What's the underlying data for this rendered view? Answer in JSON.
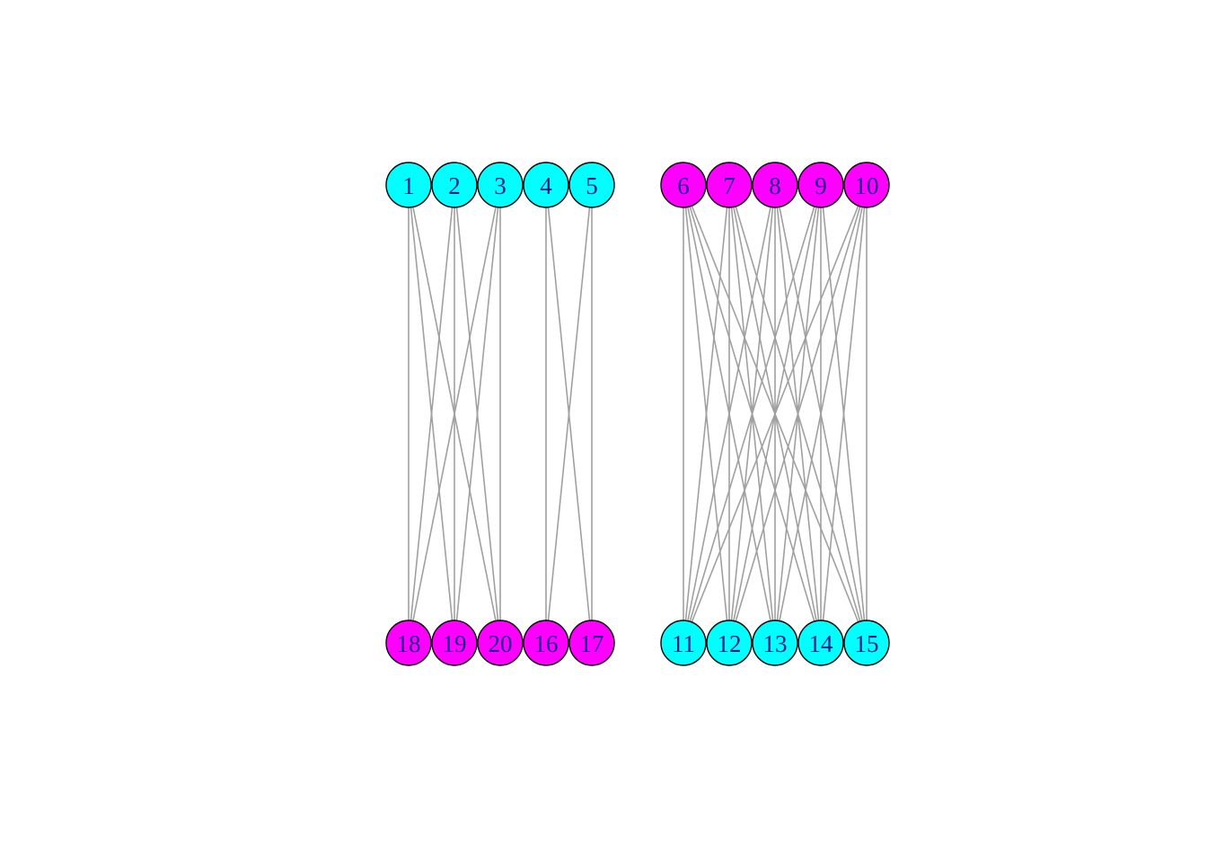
{
  "colors": {
    "cyan": "#00ffff",
    "magenta": "#ff00ff",
    "edge": "#a0a0a0",
    "label": "#1a1a8c"
  },
  "nodes": [
    {
      "id": "1",
      "color": "cyan"
    },
    {
      "id": "2",
      "color": "cyan"
    },
    {
      "id": "3",
      "color": "cyan"
    },
    {
      "id": "4",
      "color": "cyan"
    },
    {
      "id": "5",
      "color": "cyan"
    },
    {
      "id": "6",
      "color": "magenta"
    },
    {
      "id": "7",
      "color": "magenta"
    },
    {
      "id": "8",
      "color": "magenta"
    },
    {
      "id": "9",
      "color": "magenta"
    },
    {
      "id": "10",
      "color": "magenta"
    },
    {
      "id": "18",
      "color": "magenta"
    },
    {
      "id": "19",
      "color": "magenta"
    },
    {
      "id": "20",
      "color": "magenta"
    },
    {
      "id": "16",
      "color": "magenta"
    },
    {
      "id": "17",
      "color": "magenta"
    },
    {
      "id": "11",
      "color": "cyan"
    },
    {
      "id": "12",
      "color": "cyan"
    },
    {
      "id": "13",
      "color": "cyan"
    },
    {
      "id": "14",
      "color": "cyan"
    },
    {
      "id": "15",
      "color": "cyan"
    }
  ],
  "edges": [
    [
      "1",
      "18"
    ],
    [
      "1",
      "19"
    ],
    [
      "1",
      "20"
    ],
    [
      "2",
      "18"
    ],
    [
      "2",
      "19"
    ],
    [
      "2",
      "20"
    ],
    [
      "3",
      "18"
    ],
    [
      "3",
      "19"
    ],
    [
      "3",
      "20"
    ],
    [
      "4",
      "16"
    ],
    [
      "4",
      "17"
    ],
    [
      "5",
      "16"
    ],
    [
      "5",
      "17"
    ],
    [
      "6",
      "11"
    ],
    [
      "6",
      "12"
    ],
    [
      "6",
      "13"
    ],
    [
      "6",
      "14"
    ],
    [
      "6",
      "15"
    ],
    [
      "7",
      "11"
    ],
    [
      "7",
      "12"
    ],
    [
      "7",
      "13"
    ],
    [
      "7",
      "14"
    ],
    [
      "7",
      "15"
    ],
    [
      "8",
      "11"
    ],
    [
      "8",
      "12"
    ],
    [
      "8",
      "13"
    ],
    [
      "8",
      "14"
    ],
    [
      "8",
      "15"
    ],
    [
      "9",
      "11"
    ],
    [
      "9",
      "12"
    ],
    [
      "9",
      "13"
    ],
    [
      "9",
      "14"
    ],
    [
      "9",
      "15"
    ],
    [
      "10",
      "11"
    ],
    [
      "10",
      "12"
    ],
    [
      "10",
      "13"
    ],
    [
      "10",
      "14"
    ],
    [
      "10",
      "15"
    ]
  ]
}
